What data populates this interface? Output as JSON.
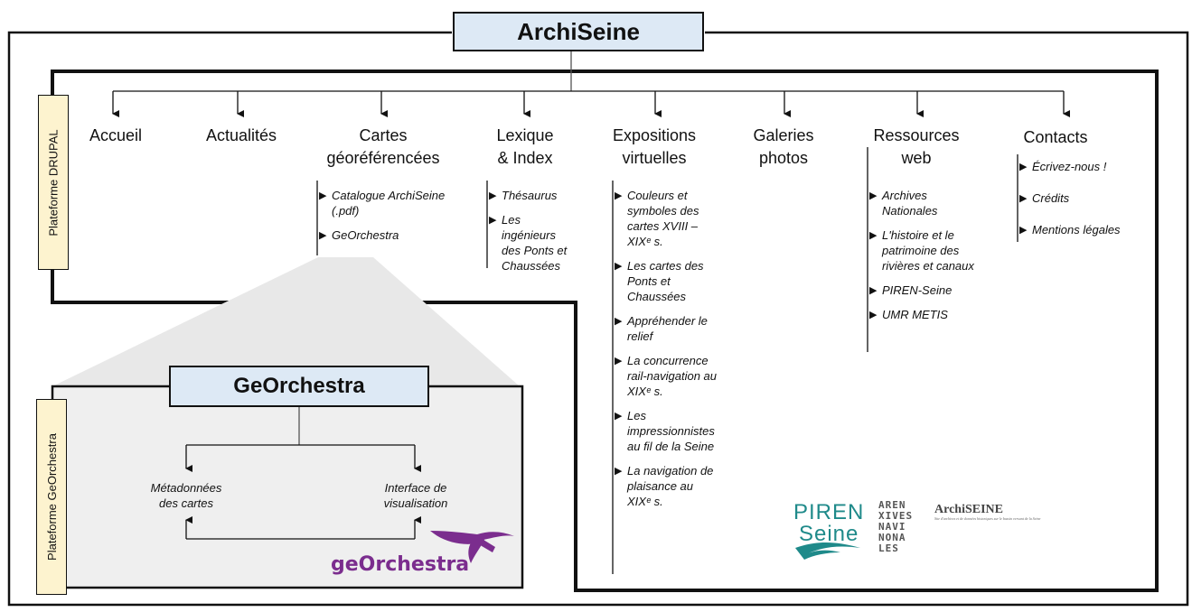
{
  "title": "ArchiSeine",
  "platform_label": "Plateforme DRUPAL",
  "menu": [
    {
      "label": "Accueil",
      "items": []
    },
    {
      "label": "Actualités",
      "items": []
    },
    {
      "label": "Cartes\ngéoréférencées",
      "items": [
        "Catalogue ArchiSeine\n(.pdf)",
        "GeOrchestra"
      ]
    },
    {
      "label": "Lexique\n& Index",
      "items": [
        "Thésaurus",
        "Les ingénieurs\ndes Ponts et\nChaussées"
      ]
    },
    {
      "label": "Expositions\nvirtuelles",
      "items": [
        "Couleurs et\nsymboles des\ncartes XVIII –\nXIXᵉ s.",
        "Les cartes des\nPonts et\nChaussées",
        "Appréhender le\nrelief",
        "La concurrence\nrail-navigation au\nXIXᵉ s.",
        "Les\nimpressionnistes\nau fil de la Seine",
        "La navigation de\nplaisance au\nXIXᵉ s."
      ]
    },
    {
      "label": "Galeries\nphotos",
      "items": []
    },
    {
      "label": "Ressources\nweb",
      "items": [
        "Archives\nNationales",
        "L'histoire et le\npatrimoine des\nrivières et canaux",
        "PIREN-Seine",
        "UMR METIS"
      ]
    },
    {
      "label": "Contacts",
      "items": [
        "Écrivez-nous !",
        "Crédits",
        "Mentions légales"
      ]
    }
  ],
  "georchestra": {
    "title": "GeOrchestra",
    "platform_label": "Plateforme GeOrchestra",
    "node_left": "Métadonnées\ndes cartes",
    "node_right": "Interface de\nvisualisation",
    "logo_text": "geOrchestra"
  },
  "logos": {
    "piren": "PIREN\nSeine",
    "archives_letters": "AREN\nXIVES\nNAVI\nNONA\nLES",
    "archiseine_name": "ArchiSEINE",
    "archiseine_tagline": "Site d'archives et de données historiques sur le bassin versant de la Seine"
  },
  "colors": {
    "title_fill": "#dde9f5",
    "platform_label_fill": "#fdf3cf",
    "georchestra_panel": "#efefef",
    "georchestra_logo": "#7b2d8e",
    "piren_teal": "#1f8a8a",
    "archives_gold": "#c2a75a"
  }
}
